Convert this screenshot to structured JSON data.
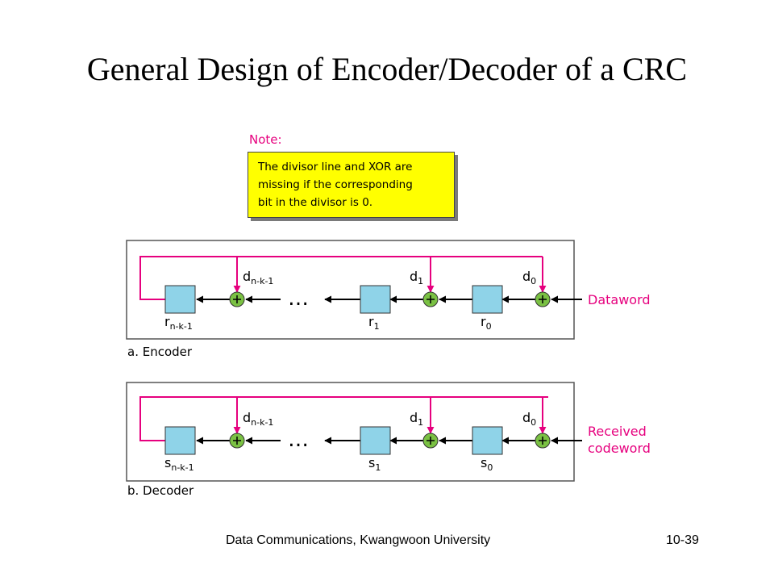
{
  "slide": {
    "title": "General Design of Encoder/Decoder of a CRC",
    "footer_left": "Data Communications, Kwangwoon University",
    "footer_right": "10-39"
  },
  "note": {
    "label": "Note:",
    "lines": [
      "The divisor line and XOR are",
      "missing if the corresponding",
      "bit in the divisor is 0."
    ]
  },
  "encoder": {
    "caption": "a. Encoder",
    "input_label": [
      "Dataword"
    ],
    "d_labels": [
      {
        "base": "d",
        "sub": "n-k-1"
      },
      {
        "base": "d",
        "sub": "1"
      },
      {
        "base": "d",
        "sub": "0"
      }
    ],
    "reg_labels": [
      {
        "base": "r",
        "sub": "n-k-1"
      },
      {
        "base": "r",
        "sub": "1"
      },
      {
        "base": "r",
        "sub": "0"
      }
    ],
    "ellipsis": "…"
  },
  "decoder": {
    "caption": "b. Decoder",
    "input_label": [
      "Received",
      "codeword"
    ],
    "d_labels": [
      {
        "base": "d",
        "sub": "n-k-1"
      },
      {
        "base": "d",
        "sub": "1"
      },
      {
        "base": "d",
        "sub": "0"
      }
    ],
    "reg_labels": [
      {
        "base": "s",
        "sub": "n-k-1"
      },
      {
        "base": "s",
        "sub": "1"
      },
      {
        "base": "s",
        "sub": "0"
      }
    ],
    "ellipsis": "…"
  },
  "colors": {
    "feedback_line": "#e6007e",
    "register_fill": "#8fd3e8",
    "xor_fill": "#7ac143",
    "note_fill": "#ffff00"
  }
}
